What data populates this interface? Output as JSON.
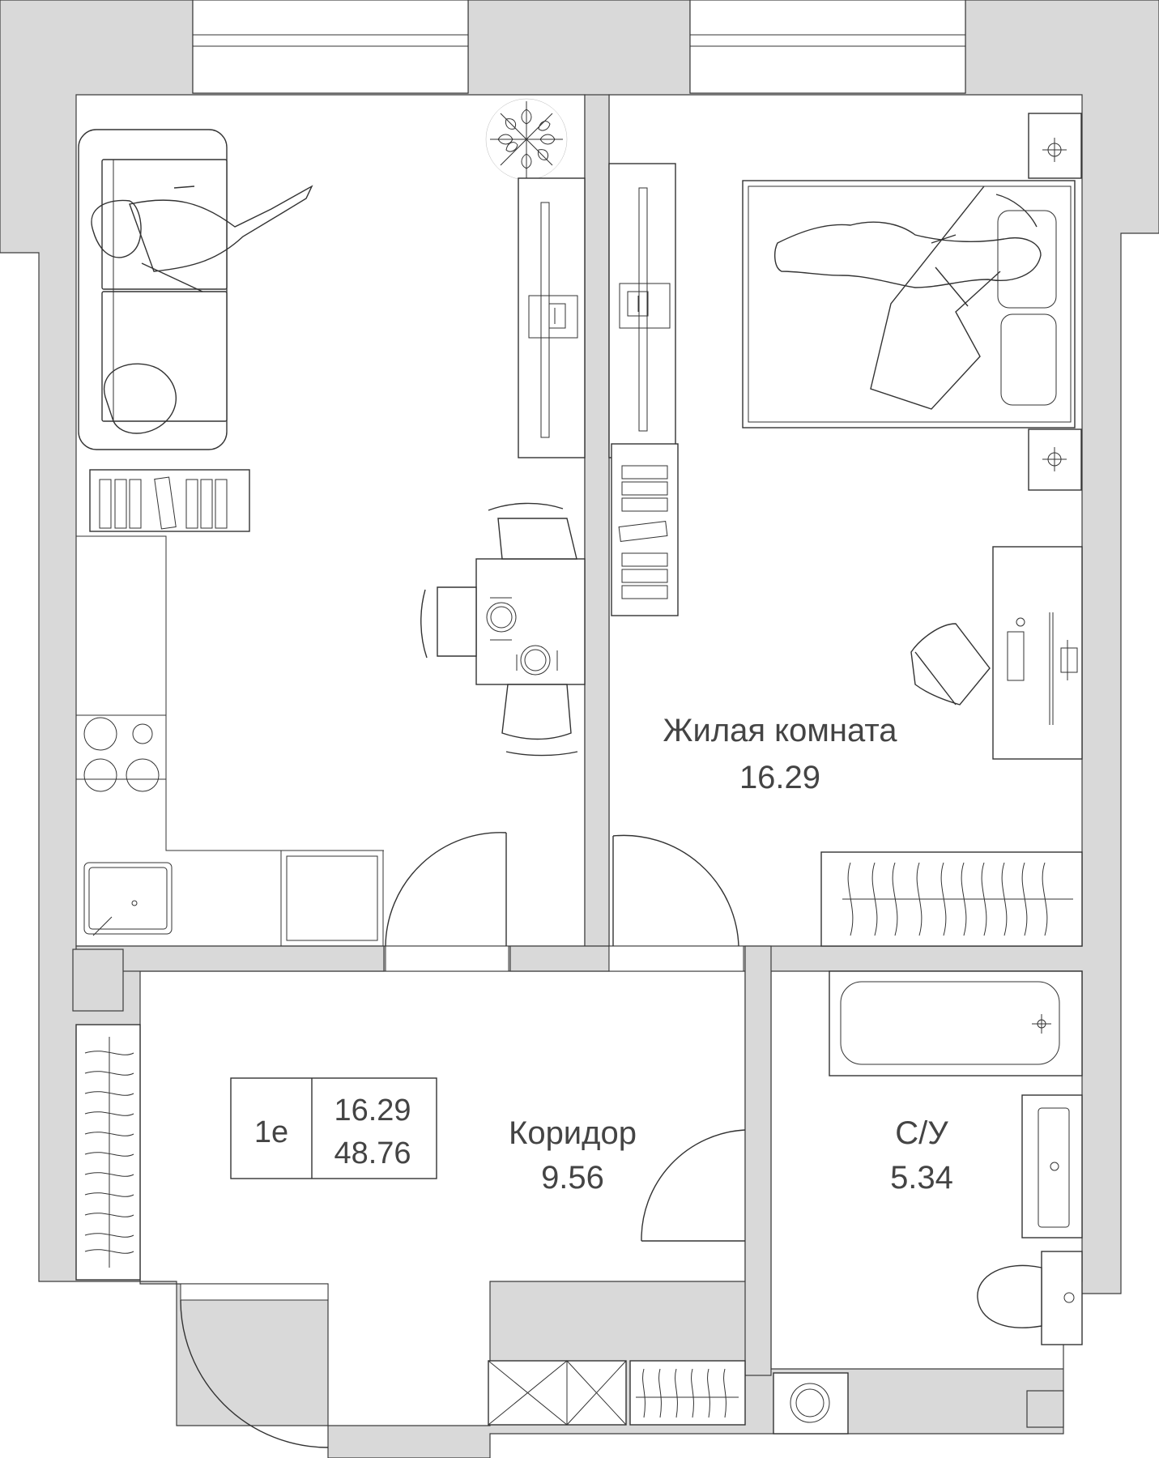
{
  "rooms": {
    "living": {
      "name": "Жилая комната",
      "area": "16.29"
    },
    "corridor": {
      "name": "Коридор",
      "area": "9.56"
    },
    "bathroom": {
      "name": "С/У",
      "area": "5.34"
    }
  },
  "apartment": {
    "type": "1е",
    "living_area": "16.29",
    "total_area": "48.76"
  }
}
